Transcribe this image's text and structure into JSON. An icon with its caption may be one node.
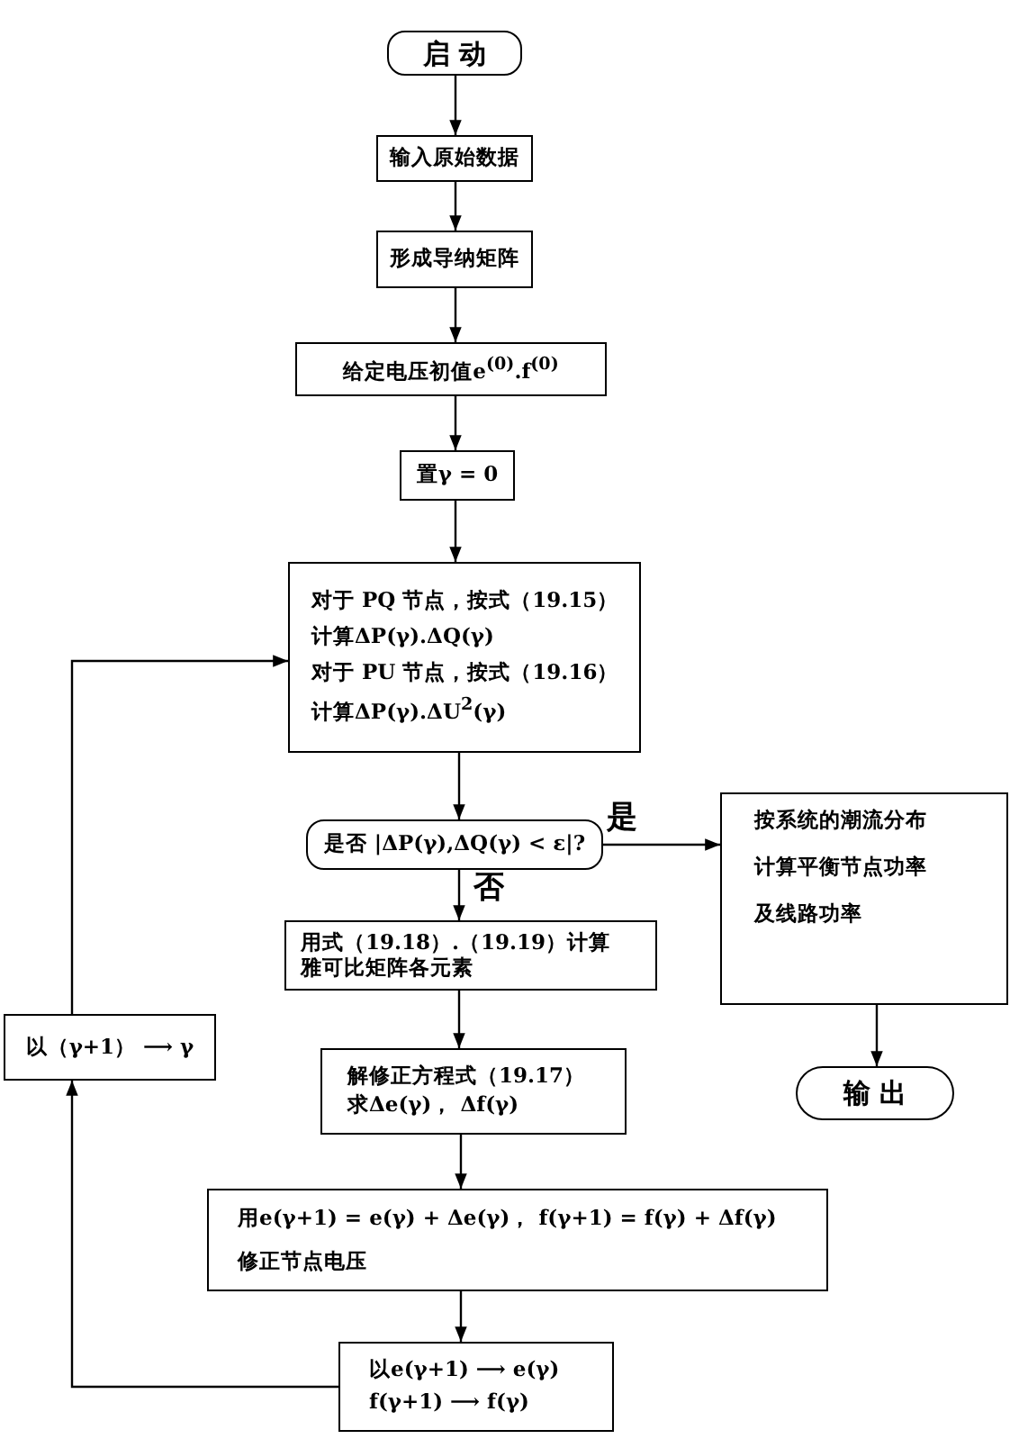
{
  "diagram": {
    "nodes": [
      {
        "text": [
          "启 动"
        ]
      },
      {
        "text": [
          "输入原始数据"
        ]
      },
      {
        "text": [
          "形成导纳矩阵"
        ]
      },
      {
        "text": [
          "给定电压初值e$^{(0)}$.f$^{(0)}$"
        ]
      },
      {
        "text": [
          "置γ = 0"
        ]
      },
      {
        "text": [
          "对于 PQ 节点，按式（19.15）",
          "计算ΔP(γ).ΔQ(γ)",
          "对于 PU 节点，按式（19.16）",
          "计算ΔP(γ).ΔU$^{2}$(γ)"
        ]
      },
      {
        "text": [
          "是否 |ΔP(γ),ΔQ(γ) < ε|?"
        ]
      },
      {
        "text": [
          "用式（19.18）.（19.19）计算",
          "雅可比矩阵各元素"
        ]
      },
      {
        "text": [
          "解修正方程式（19.17）",
          "求Δe(γ)， Δf(γ)"
        ]
      },
      {
        "text": [
          "用e(γ+1) = e(γ) + Δe(γ)，  f(γ+1) = f(γ) + Δf(γ)",
          "修正节点电压"
        ]
      },
      {
        "text": [
          "以e(γ+1) ⟶ e(γ)",
          "f(γ+1) ⟶ f(γ)"
        ]
      },
      {
        "text": [
          "以（γ+1） ⟶ γ"
        ]
      },
      {
        "text": [
          "按系统的潮流分布",
          "计算平衡节点功率",
          "及线路功率"
        ]
      },
      {
        "text": [
          "输 出"
        ]
      }
    ],
    "edges": [
      {
        "from": 0,
        "to": 1,
        "arrow": "to"
      },
      {
        "from": 1,
        "to": 2,
        "arrow": "to"
      },
      {
        "from": 2,
        "to": 3,
        "arrow": "to"
      },
      {
        "from": 3,
        "to": 4,
        "arrow": "to"
      },
      {
        "from": 4,
        "to": 5,
        "arrow": "to"
      },
      {
        "from": 5,
        "to": 6,
        "arrow": "to"
      },
      {
        "from": 6,
        "to": 12,
        "arrow": "to",
        "label": "是"
      },
      {
        "from": 6,
        "to": 7,
        "arrow": "to",
        "label": "否"
      },
      {
        "from": 7,
        "to": 8,
        "arrow": "to"
      },
      {
        "from": 8,
        "to": 9,
        "arrow": "to"
      },
      {
        "from": 9,
        "to": 10,
        "arrow": "to"
      },
      {
        "from": 10,
        "to": 11,
        "arrow": "to"
      },
      {
        "from": 11,
        "to": 5,
        "arrow": "to"
      },
      {
        "from": 12,
        "to": 13,
        "arrow": "to"
      }
    ]
  }
}
